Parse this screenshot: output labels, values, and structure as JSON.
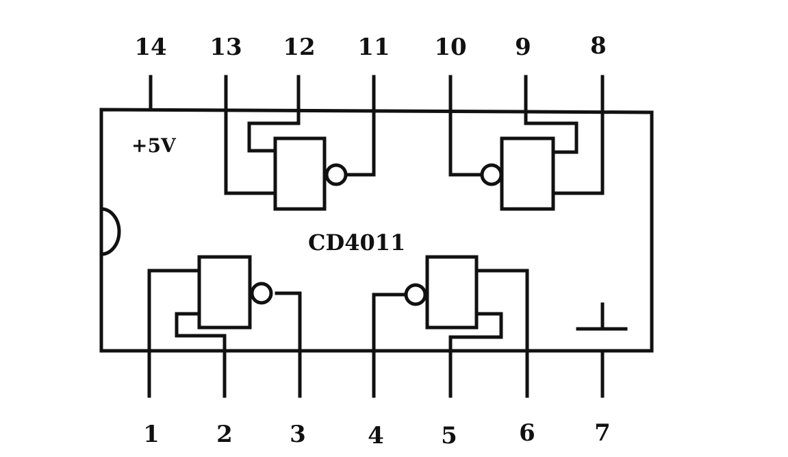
{
  "chip": {
    "name": "CD4011",
    "supply": "+5V"
  },
  "pins": {
    "top": [
      "14",
      "13",
      "12",
      "11",
      "10",
      "9",
      "8"
    ],
    "bottom": [
      "1",
      "2",
      "3",
      "4",
      "5",
      "6",
      "7"
    ]
  }
}
